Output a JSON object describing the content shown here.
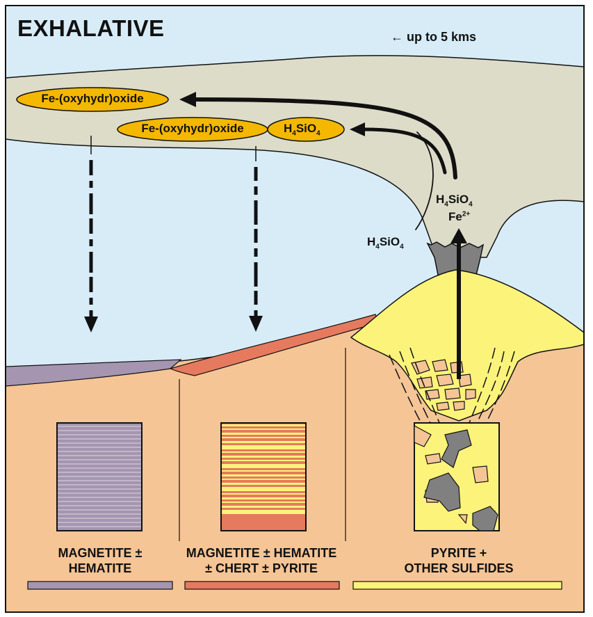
{
  "title": "EXHALATIVE",
  "depth_note": {
    "arrow_glyph": "←",
    "text": "up to 5 kms"
  },
  "plume_labels": {
    "distal_oxide": "Fe-(oxyhydr)oxide",
    "proximal_oxide": "Fe-(oxyhydr)oxide",
    "silica": {
      "base": "H",
      "sub1": "4",
      "mid": "SiO",
      "sub2": "4"
    }
  },
  "vent_labels": {
    "silica": {
      "base": "H",
      "sub1": "4",
      "mid": "SiO",
      "sub2": "4"
    },
    "iron": {
      "base": "Fe",
      "sup": "2+"
    },
    "side_silica": {
      "base": "H",
      "sub1": "4",
      "mid": "SiO",
      "sub2": "4"
    }
  },
  "legend": [
    {
      "line1": "MAGNETITE ±",
      "line2": "HEMATITE",
      "color": "#a595b0"
    },
    {
      "line1": "MAGNETITE ± HEMATITE",
      "line2": "± CHERT ± PYRITE",
      "color": "#e67a5e"
    },
    {
      "line1": "PYRITE +",
      "line2": "OTHER SULFIDES",
      "color": "#fbf37a"
    }
  ],
  "colors": {
    "seawater": "#d8ecf8",
    "plume": "#dddcc9",
    "seafloor": "#f5c596",
    "oxide_pill": "#f5b800",
    "sulfide": "#fbf37a",
    "chert_red": "#e67a5e",
    "magnetite_purple": "#a595b0",
    "vent_gray": "#808080"
  }
}
